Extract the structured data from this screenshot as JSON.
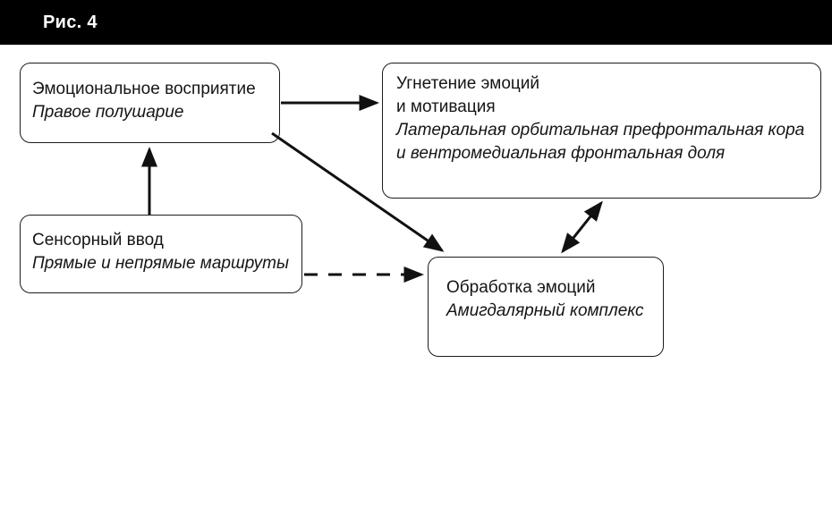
{
  "header": {
    "title": "Рис. 4"
  },
  "diagram": {
    "boxes": [
      {
        "name": "emotional-perception",
        "lines": [
          {
            "text": "Эмоциональное восприятие",
            "style": "regular"
          },
          {
            "text": "Правое полушарие",
            "style": "italic"
          }
        ]
      },
      {
        "name": "emotion-suppression-motivation",
        "lines": [
          {
            "text": "Угнетение эмоций",
            "style": "regular"
          },
          {
            "text": "и мотивация",
            "style": "regular"
          },
          {
            "text": "Латеральная орбитальная префронтальная кора",
            "style": "italic"
          },
          {
            "text": "и вентромедиальная фронтальная доля",
            "style": "italic"
          }
        ]
      },
      {
        "name": "sensory-input",
        "lines": [
          {
            "text": "Сенсорный ввод",
            "style": "regular"
          },
          {
            "text": "Прямые и непрямые маршруты",
            "style": "italic"
          }
        ]
      },
      {
        "name": "emotion-processing",
        "lines": [
          {
            "text": "Обработка эмоций",
            "style": "regular"
          },
          {
            "text": "Амигдалярный комплекс",
            "style": "italic"
          }
        ]
      }
    ],
    "connections": [
      {
        "from": "sensory-input",
        "to": "emotional-perception",
        "style": "solid",
        "direction": "one-way"
      },
      {
        "from": "emotional-perception",
        "to": "emotion-suppression-motivation",
        "style": "solid",
        "direction": "one-way"
      },
      {
        "from": "emotional-perception",
        "to": "emotion-processing",
        "style": "solid",
        "direction": "one-way"
      },
      {
        "from": "sensory-input",
        "to": "emotion-processing",
        "style": "dashed",
        "direction": "one-way"
      },
      {
        "from": "emotion-suppression-motivation",
        "to": "emotion-processing",
        "style": "solid",
        "direction": "two-way"
      }
    ],
    "colors": {
      "ink": "#111111",
      "background": "#ffffff",
      "header_bg": "#000000",
      "header_text": "#ffffff"
    }
  }
}
